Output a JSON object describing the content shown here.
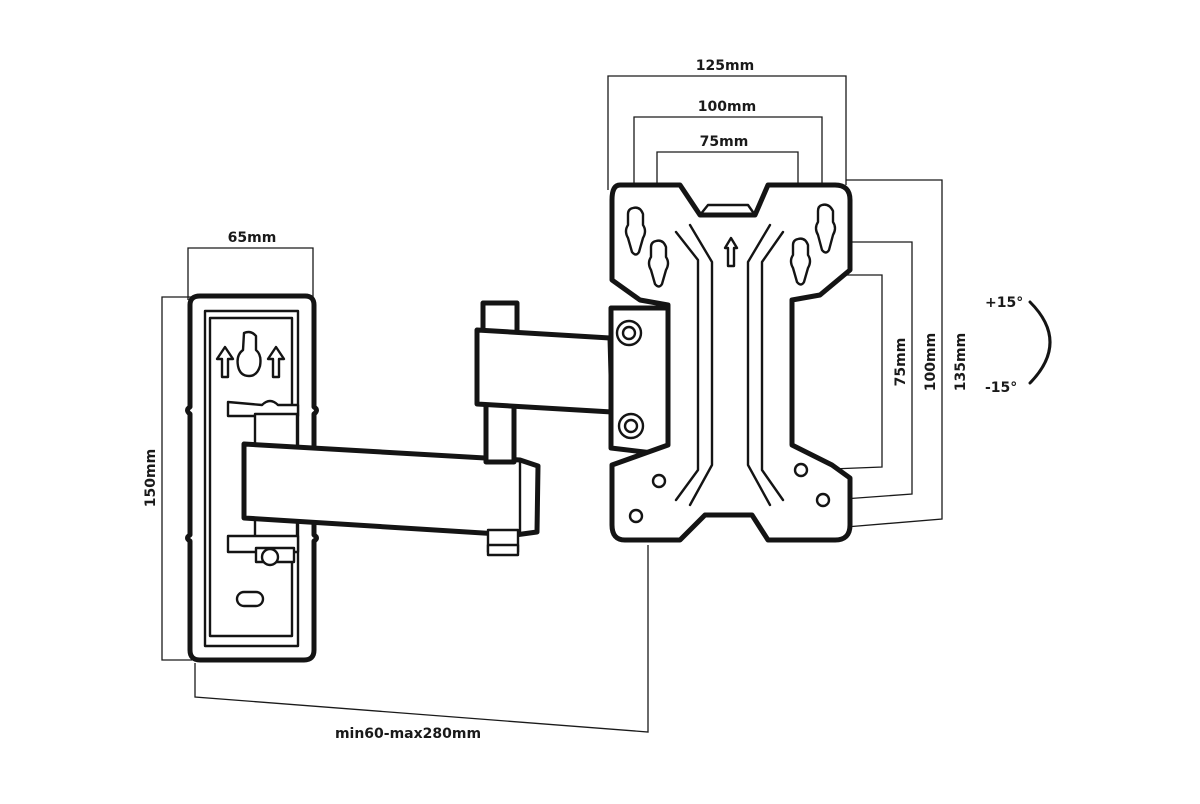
{
  "dimensions": {
    "plate_width": "65mm",
    "plate_height": "150mm",
    "extension": "min60-max280mm",
    "vesa_125": "125mm",
    "vesa_100": "100mm",
    "vesa_75": "75mm",
    "vert_75": "75mm",
    "vert_100": "100mm",
    "vert_135": "135mm"
  },
  "tilt": {
    "up": "+15°",
    "down": "-15°"
  },
  "colors": {
    "line": "#141414",
    "background": "#ffffff"
  }
}
